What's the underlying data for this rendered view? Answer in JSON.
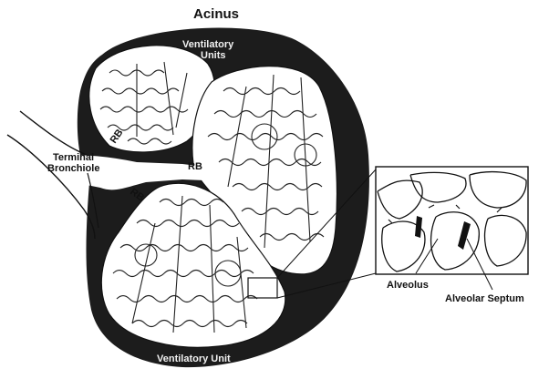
{
  "labels": {
    "title": "Acinus",
    "ventilatory_units_top_line1": "Ventilatory",
    "ventilatory_units_top_line2": "Units",
    "ventilatory_unit_bottom": "Ventilatory Unit",
    "terminal_bronchiole_line1": "Terminal",
    "terminal_bronchiole_line2": "Bronchiole",
    "rb_center": "RB",
    "rb_lower": "RB",
    "rb_upper": "RB",
    "alveolus": "Alveolus",
    "alveolar_septum": "Alveolar Septum"
  },
  "colors": {
    "background": "#ffffff",
    "acinus_wall": "#1c1c1c",
    "lobule_fill": "#ffffff",
    "ink": "#111111"
  }
}
